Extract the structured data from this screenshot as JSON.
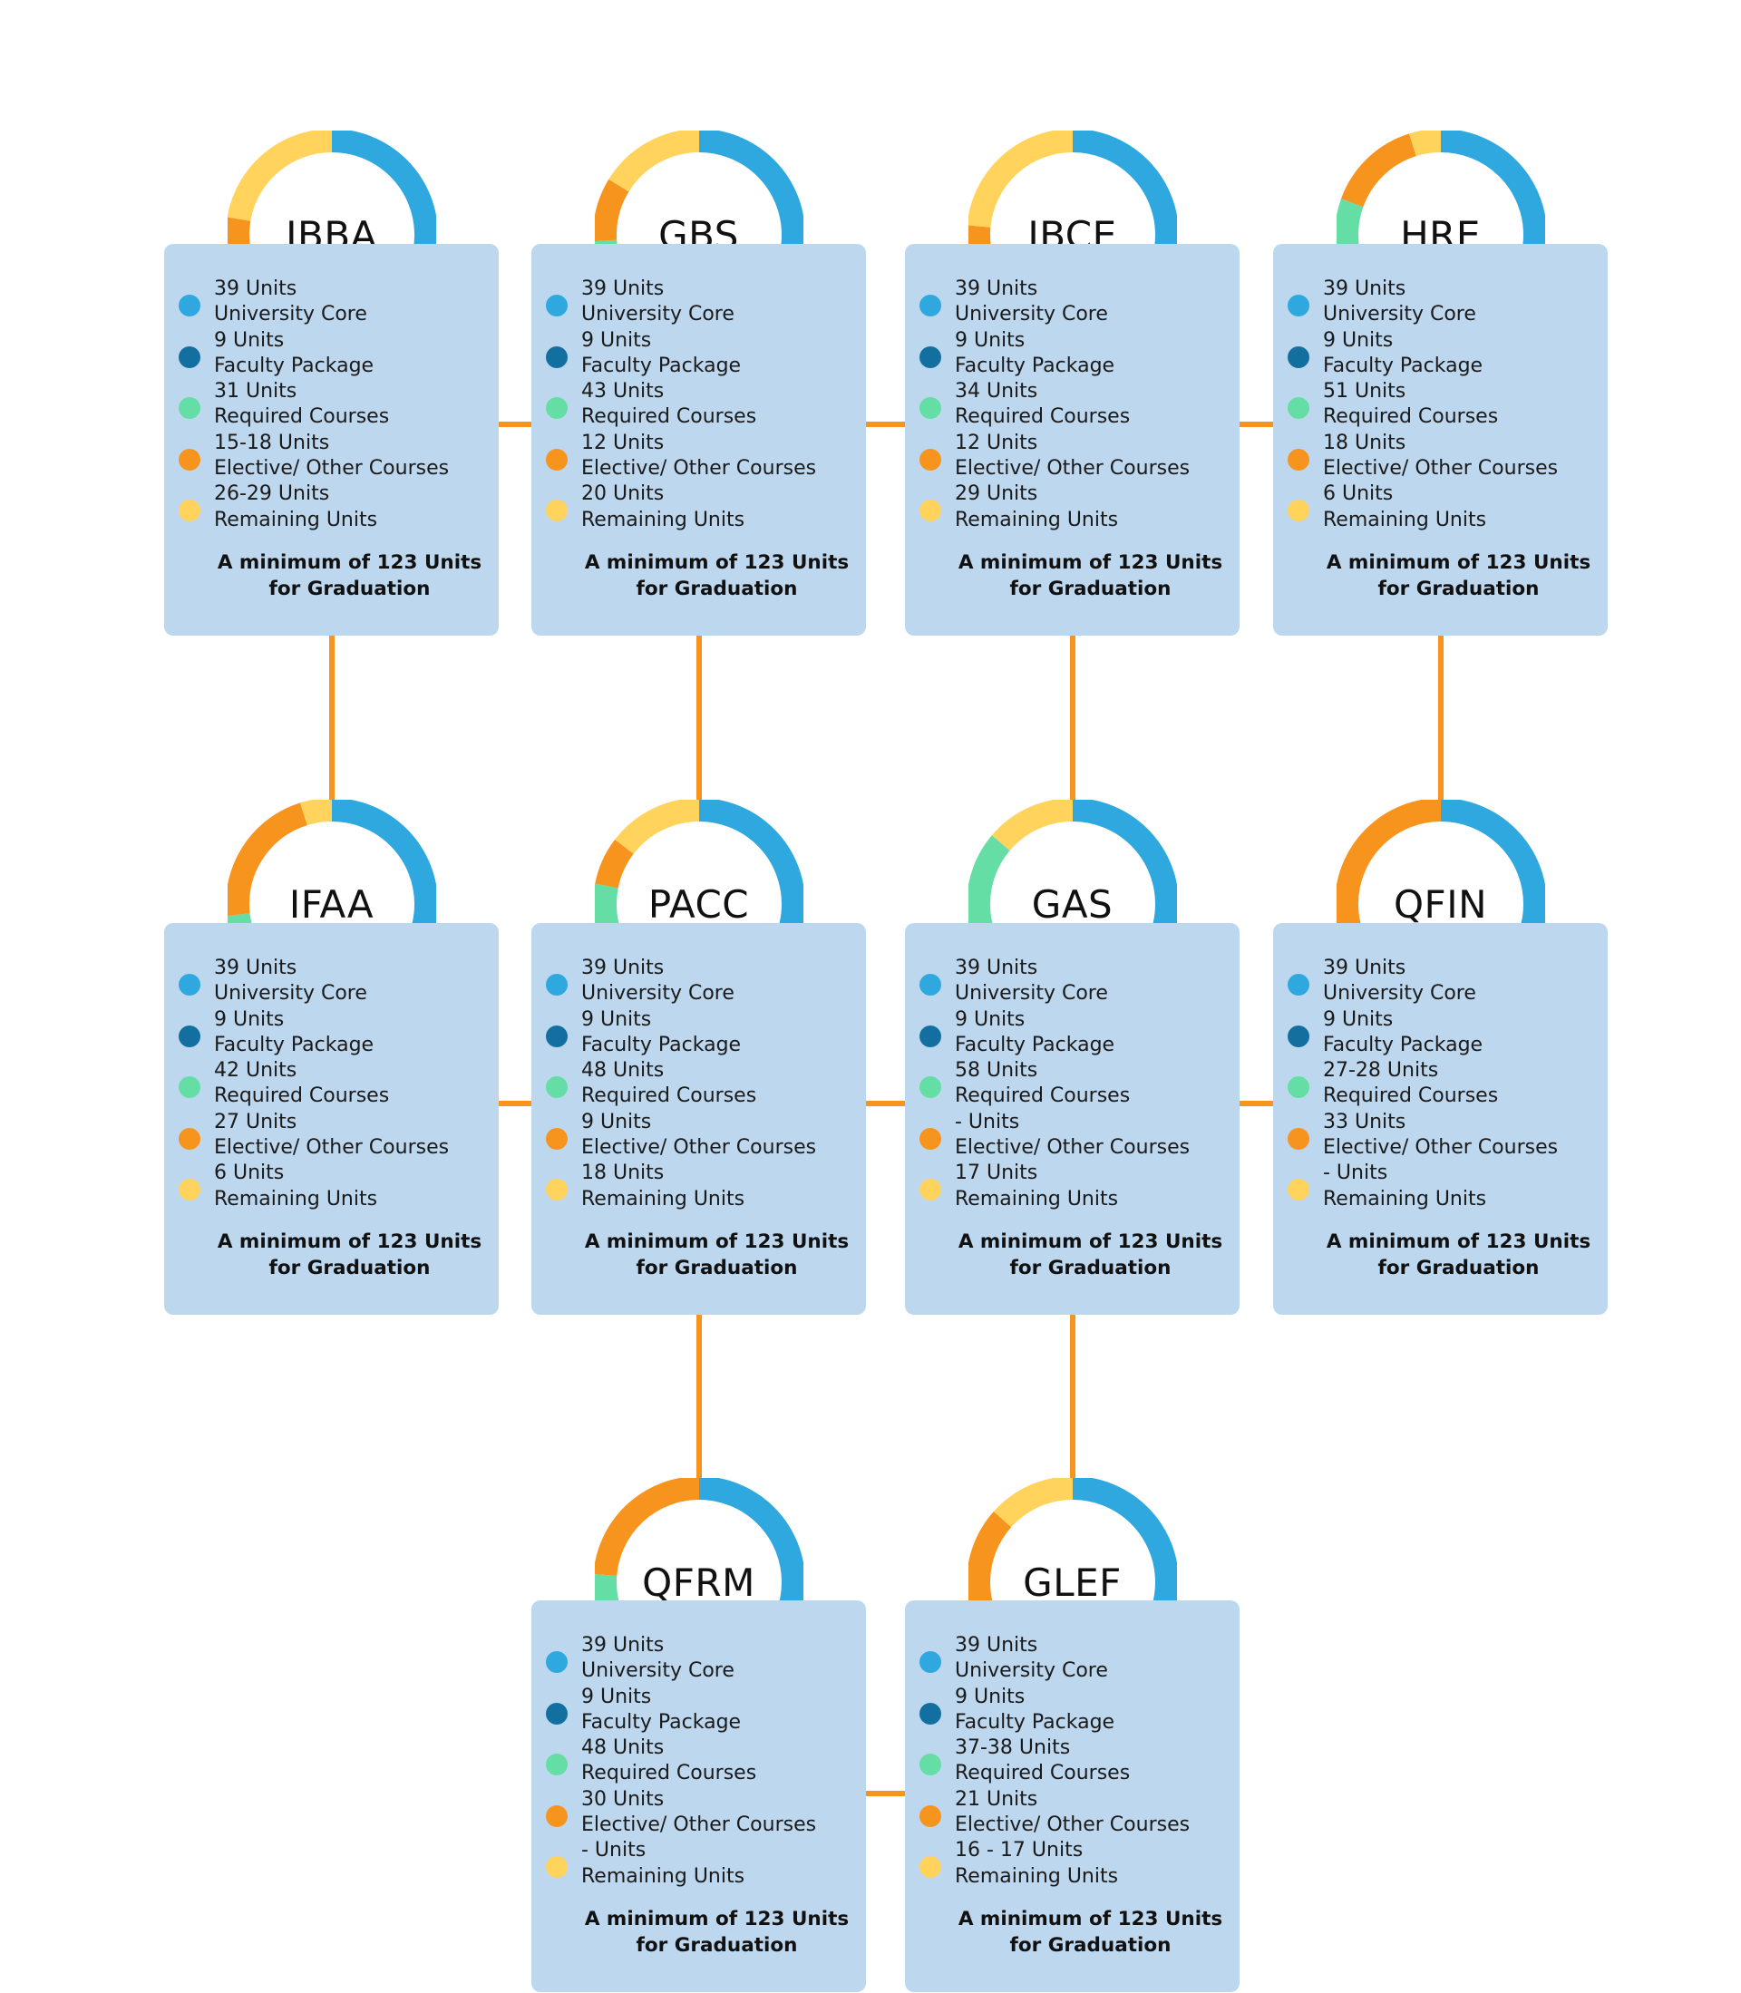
{
  "colors": {
    "university_core": "#2ea8df",
    "faculty_package": "#136fa0",
    "required_courses": "#64dea5",
    "elective_other": "#f7941d",
    "remaining": "#ffd35c",
    "connector": "#f7941d",
    "card_bg": "#bdd7ee"
  },
  "categories": [
    "University Core",
    "Faculty Package",
    "Required Courses",
    "Elective/ Other Courses",
    "Remaining Units"
  ],
  "footer": {
    "line1": "A minimum of 123 Units",
    "line2": "for Graduation"
  },
  "programs": [
    {
      "code": "IBBA",
      "items": [
        {
          "amount": "39 Units",
          "label": "University Core"
        },
        {
          "amount": "9 Units",
          "label": "Faculty Package"
        },
        {
          "amount": "31 Units",
          "label": "Required Courses"
        },
        {
          "amount": "15-18 Units",
          "label": "Elective/ Other Courses"
        },
        {
          "amount": "26-29 Units",
          "label": "Remaining Units"
        }
      ],
      "donut_values": [
        39,
        9,
        31,
        16.5,
        27.5
      ]
    },
    {
      "code": "GBS",
      "items": [
        {
          "amount": "39 Units",
          "label": "University Core"
        },
        {
          "amount": "9 Units",
          "label": "Faculty Package"
        },
        {
          "amount": "43 Units",
          "label": "Required Courses"
        },
        {
          "amount": "12 Units",
          "label": "Elective/ Other Courses"
        },
        {
          "amount": "20 Units",
          "label": "Remaining Units"
        }
      ],
      "donut_values": [
        39,
        9,
        43,
        12,
        20
      ]
    },
    {
      "code": "IBCE",
      "items": [
        {
          "amount": "39 Units",
          "label": "University Core"
        },
        {
          "amount": "9 Units",
          "label": "Faculty Package"
        },
        {
          "amount": "34 Units",
          "label": "Required Courses"
        },
        {
          "amount": "12 Units",
          "label": "Elective/ Other Courses"
        },
        {
          "amount": "29 Units",
          "label": "Remaining Units"
        }
      ],
      "donut_values": [
        39,
        9,
        34,
        12,
        29
      ]
    },
    {
      "code": "HRE",
      "items": [
        {
          "amount": "39 Units",
          "label": "University Core"
        },
        {
          "amount": "9 Units",
          "label": "Faculty Package"
        },
        {
          "amount": "51 Units",
          "label": "Required Courses"
        },
        {
          "amount": "18 Units",
          "label": "Elective/ Other Courses"
        },
        {
          "amount": "6 Units",
          "label": "Remaining Units"
        }
      ],
      "donut_values": [
        39,
        9,
        51,
        18,
        6
      ]
    },
    {
      "code": "IFAA",
      "items": [
        {
          "amount": "39 Units",
          "label": "University Core"
        },
        {
          "amount": "9 Units",
          "label": "Faculty Package"
        },
        {
          "amount": "42 Units",
          "label": "Required Courses"
        },
        {
          "amount": "27 Units",
          "label": "Elective/ Other Courses"
        },
        {
          "amount": "6 Units",
          "label": "Remaining Units"
        }
      ],
      "donut_values": [
        39,
        9,
        42,
        27,
        6
      ]
    },
    {
      "code": "PACC",
      "items": [
        {
          "amount": "39 Units",
          "label": "University Core"
        },
        {
          "amount": "9 Units",
          "label": "Faculty Package"
        },
        {
          "amount": "48 Units",
          "label": "Required Courses"
        },
        {
          "amount": "9 Units",
          "label": "Elective/ Other Courses"
        },
        {
          "amount": "18 Units",
          "label": "Remaining Units"
        }
      ],
      "donut_values": [
        39,
        9,
        48,
        9,
        18
      ]
    },
    {
      "code": "GAS",
      "items": [
        {
          "amount": "39 Units",
          "label": "University Core"
        },
        {
          "amount": "9 Units",
          "label": "Faculty Package"
        },
        {
          "amount": "58 Units",
          "label": "Required Courses"
        },
        {
          "amount": "- Units",
          "label": "Elective/ Other Courses"
        },
        {
          "amount": "17 Units",
          "label": "Remaining Units"
        }
      ],
      "donut_values": [
        39,
        9,
        58,
        0,
        17
      ]
    },
    {
      "code": "QFIN",
      "items": [
        {
          "amount": "39 Units",
          "label": "University Core"
        },
        {
          "amount": "9 Units",
          "label": "Faculty Package"
        },
        {
          "amount": "27-28 Units",
          "label": "Required Courses"
        },
        {
          "amount": "33 Units",
          "label": "Elective/ Other Courses"
        },
        {
          "amount": "- Units",
          "label": "Remaining Units"
        }
      ],
      "donut_values": [
        39,
        9,
        27.5,
        33,
        0
      ]
    },
    {
      "code": "QFRM",
      "items": [
        {
          "amount": "39 Units",
          "label": "University Core"
        },
        {
          "amount": "9 Units",
          "label": "Faculty Package"
        },
        {
          "amount": "48 Units",
          "label": "Required Courses"
        },
        {
          "amount": "30 Units",
          "label": "Elective/ Other Courses"
        },
        {
          "amount": "- Units",
          "label": "Remaining Units"
        }
      ],
      "donut_values": [
        39,
        9,
        48,
        30,
        0
      ]
    },
    {
      "code": "GLEF",
      "items": [
        {
          "amount": "39 Units",
          "label": "University Core"
        },
        {
          "amount": "9 Units",
          "label": "Faculty Package"
        },
        {
          "amount": "37-38 Units",
          "label": "Required Courses"
        },
        {
          "amount": "21 Units",
          "label": "Elective/ Other Courses"
        },
        {
          "amount": "16 - 17 Units",
          "label": "Remaining Units"
        }
      ],
      "donut_values": [
        39,
        9,
        37.5,
        21,
        16.5
      ]
    }
  ]
}
